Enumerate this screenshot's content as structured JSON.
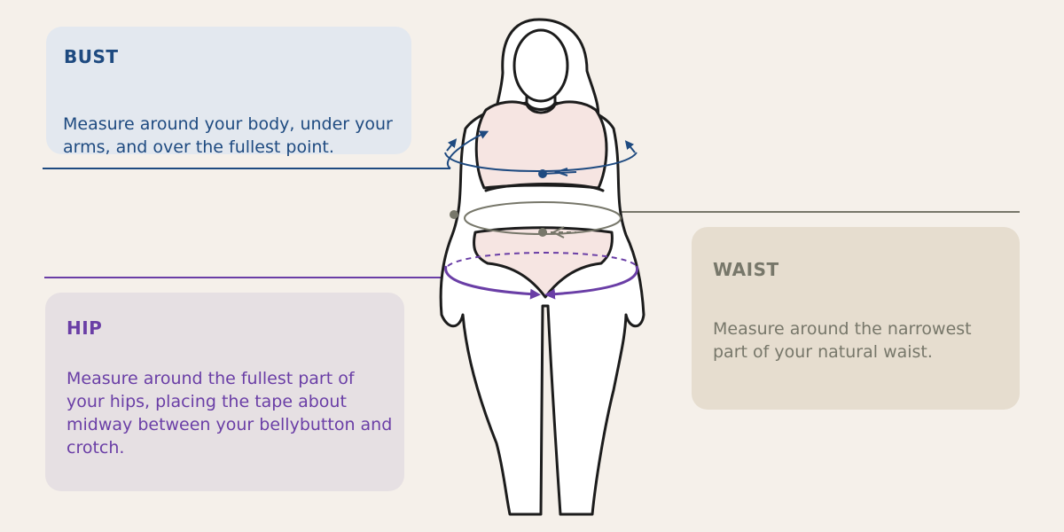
{
  "bust": {
    "title": "BUST",
    "description": "Measure around your body, under your arms, and over the fullest point.",
    "color": "#1e4a80"
  },
  "hip": {
    "title": "HIP",
    "description": "Measure around the fullest part of your hips, placing the tape about midway between your bellybutton and crotch.",
    "color": "#6a3ea6"
  },
  "waist": {
    "title": "WAIST",
    "description": "Measure around the narrowest part of your natural waist.",
    "color": "#77776a"
  },
  "figure": {
    "icon": "body-silhouette-icon",
    "skin_color": "#ffffff",
    "garment_color": "#f6e5e2",
    "outline_color": "#1c1c1c"
  }
}
